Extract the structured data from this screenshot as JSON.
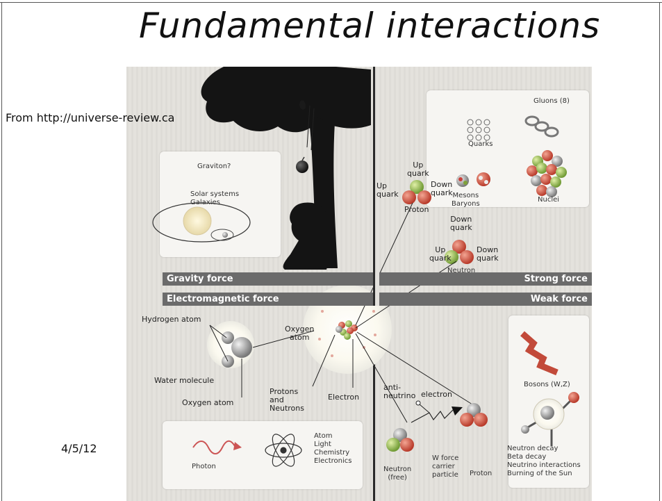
{
  "slide": {
    "title": "Fundamental interactions",
    "source": "From http://universe-review.ca",
    "date": "4/5/12"
  },
  "bands": {
    "gravity": "Gravity force",
    "strong": "Strong force",
    "electromagnetic": "Electromagnetic force",
    "weak": "Weak force"
  },
  "gravity": {
    "graviton": "Graviton?",
    "scope": "Solar systems\nGalaxies"
  },
  "strong": {
    "gluons": "Gluons (8)",
    "quarks": "Quarks",
    "mesons_baryons": "Mesons\nBaryons",
    "nuclei": "Nuclei",
    "proton": {
      "up_top": "Up\nquark",
      "up_left": "Up\nquark",
      "down": "Down\nquark",
      "name": "Proton"
    },
    "neutron": {
      "down_top": "Down\nquark",
      "up": "Up\nquark",
      "down_right": "Down\nquark",
      "name": "Neutron"
    }
  },
  "electromagnetic": {
    "hydrogen": "Hydrogen atom",
    "oxygen_center": "Oxygen\natom",
    "water": "Water molecule",
    "oxygen_atom": "Oxygen atom",
    "protons_neutrons": "Protons\nand\nNeutrons",
    "electron": "Electron",
    "photon": "Photon",
    "atom_topics": "Atom\nLight\nChemistry\nElectronics"
  },
  "weak": {
    "antineutrino": "anti-\nneutrino",
    "electron": "electron",
    "w_force": "W force\ncarrier\nparticle",
    "neutron_free": "Neutron\n(free)",
    "proton": "Proton",
    "bosons": "Bosons (W,Z)",
    "topics": "Neutron decay\nBeta decay\nNeutrino interactions\nBurning of the Sun"
  },
  "colors": {
    "band": "#6b6b6b",
    "poster_bg": "#e3e1dc",
    "box_bg": "#f6f5f2",
    "quark_red": "#d14a3a",
    "quark_green": "#8fb34a",
    "quark_gray": "#9a9a9a"
  }
}
